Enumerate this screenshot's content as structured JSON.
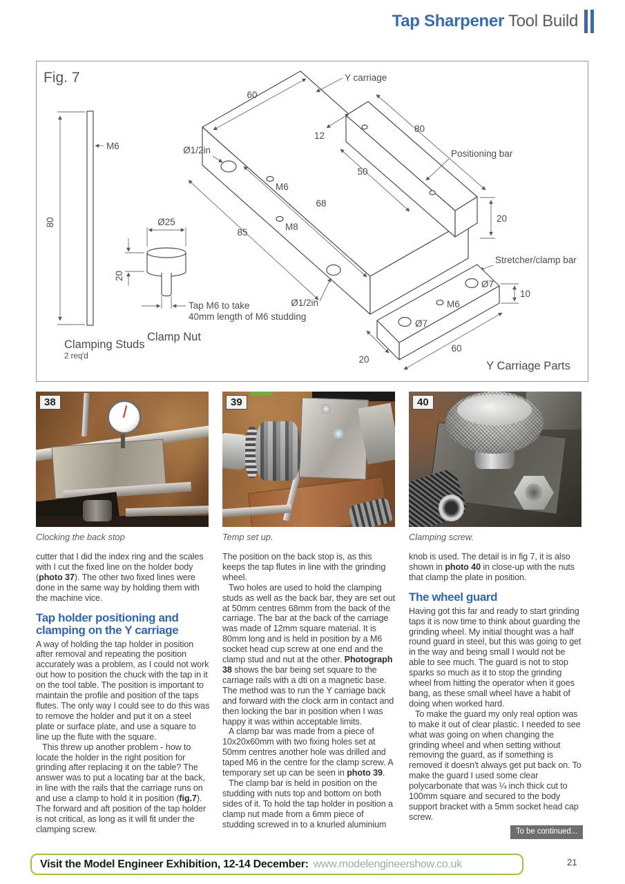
{
  "header": {
    "title_bold": "Tap Sharpener",
    "title_rest": " Tool Build"
  },
  "colors": {
    "accent_blue": "#3a6ca8",
    "heading_blue": "#3566aa",
    "banner_green": "#9bc53f",
    "text_dark": "#3e3f42",
    "caption_gray": "#58595b",
    "continued_bg": "#6d6e71"
  },
  "figure": {
    "label": "Fig. 7",
    "stud": {
      "thread": "M6",
      "height": "80",
      "name": "Clamping Studs",
      "qty": "2 req'd"
    },
    "nut": {
      "dia": "Ø25",
      "h": "20",
      "note1": "Tap M6 to take",
      "note2": "40mm length of M6 studding",
      "name": "Clamp Nut"
    },
    "carriage": {
      "name": "Y carriage",
      "d60": "60",
      "hole_top": "Ø1/2in",
      "m6": "M6",
      "d12": "12",
      "d80": "80",
      "pos_bar": "Positioning bar",
      "d50": "50",
      "d68": "68",
      "m8": "M8",
      "d85": "85",
      "hole_bot": "Ø1/2in",
      "d20": "20",
      "stretcher": "Stretcher/clamp bar"
    },
    "bar": {
      "dia7a": "Ø7",
      "m6": "M6",
      "dia7b": "Ø7",
      "d10": "10",
      "d60": "60",
      "d20": "20"
    },
    "parts_label": "Y Carriage Parts"
  },
  "photos": [
    {
      "number": "38",
      "caption": "Clocking the back stop"
    },
    {
      "number": "39",
      "caption": "Temp set up."
    },
    {
      "number": "40",
      "caption": "Clamping screw."
    }
  ],
  "columns": [
    {
      "blocks": [
        {
          "type": "p",
          "indent": false,
          "segments": [
            {
              "t": "cutter that I did the index ring and the scales with I cut the fixed line on the holder body ("
            },
            {
              "t": "photo 37",
              "b": true
            },
            {
              "t": "). The other two fixed lines were done in the same way by holding them with the machine vice."
            }
          ]
        },
        {
          "type": "h",
          "text": "Tap holder positioning and clamping on the Y carriage"
        },
        {
          "type": "p",
          "indent": false,
          "segments": [
            {
              "t": "A way of holding the tap holder in position after removal and repeating the position accurately was a problem, as I could not work out how to position the chuck with the tap in it on the tool table. The position is important to maintain the profile and position of the taps flutes. The only way I could see to do this was to remove the holder and put it on a steel plate or surface plate, and use a square to line up the flute with the square."
            }
          ]
        },
        {
          "type": "p",
          "indent": true,
          "segments": [
            {
              "t": "This threw up another problem - how to locate the holder in the right position for grinding after replacing it on the table? The answer was to put a locating bar at the back, in line with the rails that the carriage runs on and use a clamp to hold it in position ("
            },
            {
              "t": "fig.7",
              "b": true
            },
            {
              "t": "). The forward and aft position of the tap holder is not critical, as long as it will fit under the clamping screw."
            }
          ]
        }
      ]
    },
    {
      "blocks": [
        {
          "type": "p",
          "indent": false,
          "segments": [
            {
              "t": "The position on the back stop is, as this keeps the tap flutes in line with the grinding wheel."
            }
          ]
        },
        {
          "type": "p",
          "indent": true,
          "segments": [
            {
              "t": "Two holes are used to hold the clamping studs as well as the back bar, they are set out at 50mm centres 68mm from the back of the carriage. The bar at the back of the carriage was made of 12mm square material. It is 80mm long and is held in position by a M6 socket head cup screw at one end and the clamp stud and nut at the other. "
            },
            {
              "t": "Photograph 38",
              "b": true
            },
            {
              "t": " shows the bar being set square to the carriage rails with a dti on a magnetic base. The method was to run the Y carriage back and forward with the clock arm in contact and then locking the bar in position when I was happy it was within acceptable limits."
            }
          ]
        },
        {
          "type": "p",
          "indent": true,
          "segments": [
            {
              "t": "A clamp bar was made from a piece of 10x20x60mm with two fixing holes set at 50mm centres another hole was drilled and taped M6 in the centre for the clamp screw. A temporary set up can be seen in "
            },
            {
              "t": "photo 39",
              "b": true
            },
            {
              "t": "."
            }
          ]
        },
        {
          "type": "p",
          "indent": true,
          "segments": [
            {
              "t": "The clamp bar is held in position on the studding with nuts top and bottom on both sides of it. To hold the tap holder in position a clamp nut made from a 6mm piece of studding screwed in to a knurled aluminium"
            }
          ]
        }
      ]
    },
    {
      "blocks": [
        {
          "type": "p",
          "indent": false,
          "segments": [
            {
              "t": "knob is used. The detail is in fig 7, it is also shown in "
            },
            {
              "t": "photo 40",
              "b": true
            },
            {
              "t": " in close-up with the nuts that clamp the plate in position."
            }
          ]
        },
        {
          "type": "h",
          "text": "The wheel guard"
        },
        {
          "type": "p",
          "indent": false,
          "segments": [
            {
              "t": "Having got this far and ready to start grinding taps it is now time to think about guarding the grinding wheel. My initial thought was a half round guard in steel, but this was going to get in the way and being small I would not be able to see much. The guard is not to stop sparks so much as it to stop the grinding wheel from hitting the operator when it goes bang, as these small wheel have a habit of doing when worked hard."
            }
          ]
        },
        {
          "type": "p",
          "indent": true,
          "segments": [
            {
              "t": "To make the guard my only real option was to make it out of clear plastic. I needed to see what was going on when changing the grinding wheel and when setting without removing the guard, as if something is removed it doesn't always get put back on. To make the guard I used some clear polycarbonate that was ¼ inch thick cut to 100mm square and secured to the body support bracket with a 5mm socket head cap screw."
            }
          ]
        },
        {
          "type": "continued",
          "text": "To be continued..."
        }
      ]
    }
  ],
  "footer": {
    "banner_bold": "Visit the Model Engineer Exhibition, 12-14 December:",
    "banner_url": "www.modelengineershow.co.uk",
    "page_number": "21"
  }
}
